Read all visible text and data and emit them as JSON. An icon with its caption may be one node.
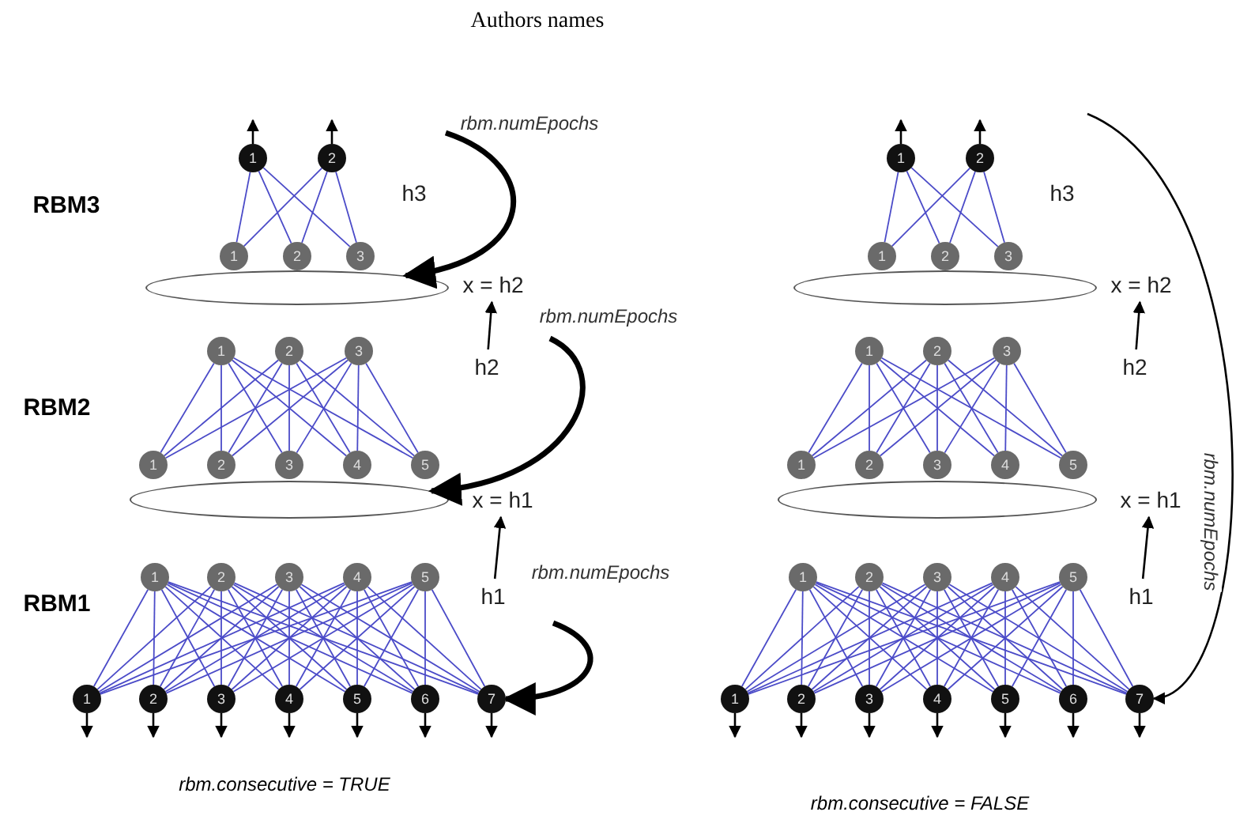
{
  "diagram": {
    "title": "Authors names",
    "nodes": [
      {
        "text": [
          "1"
        ]
      },
      {
        "text": [
          "2"
        ]
      },
      {
        "text": [],
        "shape": "ellipse"
      },
      {
        "text": [
          "1"
        ]
      },
      {
        "text": [
          "2"
        ]
      },
      {
        "text": [
          "3"
        ]
      },
      {
        "text": [
          "x = h2"
        ]
      },
      {
        "text": [
          "h2"
        ]
      },
      {
        "text": [
          "1"
        ]
      },
      {
        "text": [
          "2"
        ]
      },
      {
        "text": [
          "3"
        ]
      },
      {
        "text": [],
        "shape": "ellipse"
      },
      {
        "text": [
          "1"
        ]
      },
      {
        "text": [
          "2"
        ]
      },
      {
        "text": [
          "3"
        ]
      },
      {
        "text": [
          "4"
        ]
      },
      {
        "text": [
          "5"
        ]
      },
      {
        "text": [
          "x = h1"
        ]
      },
      {
        "text": [
          "h1"
        ]
      },
      {
        "text": [
          "1"
        ]
      },
      {
        "text": [
          "2"
        ]
      },
      {
        "text": [
          "3"
        ]
      },
      {
        "text": [
          "4"
        ]
      },
      {
        "text": [
          "5"
        ]
      },
      {
        "text": [
          "1"
        ]
      },
      {
        "text": [
          "2"
        ]
      },
      {
        "text": [
          "3"
        ]
      },
      {
        "text": [
          "4"
        ]
      },
      {
        "text": [
          "5"
        ]
      },
      {
        "text": [
          "6"
        ]
      },
      {
        "text": [
          "7"
        ]
      },
      {
        "text": [
          "1"
        ]
      },
      {
        "text": [
          "2"
        ]
      },
      {
        "text": [],
        "shape": "ellipse"
      },
      {
        "text": [
          "1"
        ]
      },
      {
        "text": [
          "2"
        ]
      },
      {
        "text": [
          "3"
        ]
      },
      {
        "text": [
          "x = h2"
        ]
      },
      {
        "text": [
          "h2"
        ]
      },
      {
        "text": [
          "1"
        ]
      },
      {
        "text": [
          "2"
        ]
      },
      {
        "text": [
          "3"
        ]
      },
      {
        "text": [],
        "shape": "ellipse"
      },
      {
        "text": [
          "1"
        ]
      },
      {
        "text": [
          "2"
        ]
      },
      {
        "text": [
          "3"
        ]
      },
      {
        "text": [
          "4"
        ]
      },
      {
        "text": [
          "5"
        ]
      },
      {
        "text": [
          "x = h1"
        ]
      },
      {
        "text": [
          "h1"
        ]
      },
      {
        "text": [
          "1"
        ]
      },
      {
        "text": [
          "2"
        ]
      },
      {
        "text": [
          "3"
        ]
      },
      {
        "text": [
          "4"
        ]
      },
      {
        "text": [
          "5"
        ]
      },
      {
        "text": [
          "1"
        ]
      },
      {
        "text": [
          "2"
        ]
      },
      {
        "text": [
          "3"
        ]
      },
      {
        "text": [
          "4"
        ]
      },
      {
        "text": [
          "5"
        ]
      },
      {
        "text": [
          "6"
        ]
      },
      {
        "text": [
          "7"
        ]
      }
    ],
    "edges": [
      {
        "from": 0,
        "to": 3,
        "arrow": "none"
      },
      {
        "from": 0,
        "to": 4,
        "arrow": "none"
      },
      {
        "from": 0,
        "to": 5,
        "arrow": "none"
      },
      {
        "from": 1,
        "to": 3,
        "arrow": "none"
      },
      {
        "from": 1,
        "to": 4,
        "arrow": "none"
      },
      {
        "from": 1,
        "to": 5,
        "arrow": "none"
      },
      {
        "from": 8,
        "to": 12,
        "arrow": "none"
      },
      {
        "from": 8,
        "to": 13,
        "arrow": "none"
      },
      {
        "from": 8,
        "to": 14,
        "arrow": "none"
      },
      {
        "from": 8,
        "to": 15,
        "arrow": "none"
      },
      {
        "from": 8,
        "to": 16,
        "arrow": "none"
      },
      {
        "from": 9,
        "to": 12,
        "arrow": "none"
      },
      {
        "from": 9,
        "to": 13,
        "arrow": "none"
      },
      {
        "from": 9,
        "to": 14,
        "arrow": "none"
      },
      {
        "from": 9,
        "to": 15,
        "arrow": "none"
      },
      {
        "from": 9,
        "to": 16,
        "arrow": "none"
      },
      {
        "from": 10,
        "to": 12,
        "arrow": "none"
      },
      {
        "from": 10,
        "to": 13,
        "arrow": "none"
      },
      {
        "from": 10,
        "to": 14,
        "arrow": "none"
      },
      {
        "from": 10,
        "to": 15,
        "arrow": "none"
      },
      {
        "from": 10,
        "to": 16,
        "arrow": "none"
      },
      {
        "from": 19,
        "to": 24,
        "arrow": "none"
      },
      {
        "from": 19,
        "to": 25,
        "arrow": "none"
      },
      {
        "from": 19,
        "to": 26,
        "arrow": "none"
      },
      {
        "from": 19,
        "to": 27,
        "arrow": "none"
      },
      {
        "from": 19,
        "to": 28,
        "arrow": "none"
      },
      {
        "from": 19,
        "to": 29,
        "arrow": "none"
      },
      {
        "from": 19,
        "to": 30,
        "arrow": "none"
      },
      {
        "from": 20,
        "to": 24,
        "arrow": "none"
      },
      {
        "from": 20,
        "to": 25,
        "arrow": "none"
      },
      {
        "from": 20,
        "to": 26,
        "arrow": "none"
      },
      {
        "from": 20,
        "to": 27,
        "arrow": "none"
      },
      {
        "from": 20,
        "to": 28,
        "arrow": "none"
      },
      {
        "from": 20,
        "to": 29,
        "arrow": "none"
      },
      {
        "from": 20,
        "to": 30,
        "arrow": "none"
      },
      {
        "from": 21,
        "to": 24,
        "arrow": "none"
      },
      {
        "from": 21,
        "to": 25,
        "arrow": "none"
      },
      {
        "from": 21,
        "to": 26,
        "arrow": "none"
      },
      {
        "from": 21,
        "to": 27,
        "arrow": "none"
      },
      {
        "from": 21,
        "to": 28,
        "arrow": "none"
      },
      {
        "from": 21,
        "to": 29,
        "arrow": "none"
      },
      {
        "from": 21,
        "to": 30,
        "arrow": "none"
      },
      {
        "from": 22,
        "to": 24,
        "arrow": "none"
      },
      {
        "from": 22,
        "to": 25,
        "arrow": "none"
      },
      {
        "from": 22,
        "to": 26,
        "arrow": "none"
      },
      {
        "from": 22,
        "to": 27,
        "arrow": "none"
      },
      {
        "from": 22,
        "to": 28,
        "arrow": "none"
      },
      {
        "from": 22,
        "to": 29,
        "arrow": "none"
      },
      {
        "from": 22,
        "to": 30,
        "arrow": "none"
      },
      {
        "from": 23,
        "to": 24,
        "arrow": "none"
      },
      {
        "from": 23,
        "to": 25,
        "arrow": "none"
      },
      {
        "from": 23,
        "to": 26,
        "arrow": "none"
      },
      {
        "from": 23,
        "to": 27,
        "arrow": "none"
      },
      {
        "from": 23,
        "to": 28,
        "arrow": "none"
      },
      {
        "from": 23,
        "to": 29,
        "arrow": "none"
      },
      {
        "from": 23,
        "to": 30,
        "arrow": "none"
      },
      {
        "from": 0,
        "to": null,
        "arrow": "to",
        "color": "#000000"
      },
      {
        "from": 1,
        "to": null,
        "arrow": "to",
        "color": "#000000"
      },
      {
        "from": 24,
        "to": null,
        "arrow": "to",
        "color": "#000000"
      },
      {
        "from": 25,
        "to": null,
        "arrow": "to",
        "color": "#000000"
      },
      {
        "from": 26,
        "to": null,
        "arrow": "to",
        "color": "#000000"
      },
      {
        "from": 27,
        "to": null,
        "arrow": "to",
        "color": "#000000"
      },
      {
        "from": 28,
        "to": null,
        "arrow": "to",
        "color": "#000000"
      },
      {
        "from": 29,
        "to": null,
        "arrow": "to",
        "color": "#000000"
      },
      {
        "from": 30,
        "to": null,
        "arrow": "to",
        "color": "#000000"
      },
      {
        "from": 7,
        "to": 6,
        "arrow": "to",
        "color": "#000000"
      },
      {
        "from": 18,
        "to": 17,
        "arrow": "to",
        "color": "#000000"
      },
      {
        "from": null,
        "to": 2,
        "arrow": "to",
        "label": "rbm.numEpochs",
        "style": "thick",
        "color": "#000000"
      },
      {
        "from": null,
        "to": 11,
        "arrow": "to",
        "label": "rbm.numEpochs",
        "style": "thick",
        "color": "#000000"
      },
      {
        "from": null,
        "to": 30,
        "arrow": "to",
        "label": "rbm.numEpochs",
        "style": "thick",
        "color": "#000000"
      },
      {
        "from": 31,
        "to": 34,
        "arrow": "none"
      },
      {
        "from": 31,
        "to": 35,
        "arrow": "none"
      },
      {
        "from": 31,
        "to": 36,
        "arrow": "none"
      },
      {
        "from": 32,
        "to": 34,
        "arrow": "none"
      },
      {
        "from": 32,
        "to": 35,
        "arrow": "none"
      },
      {
        "from": 32,
        "to": 36,
        "arrow": "none"
      },
      {
        "from": 39,
        "to": 43,
        "arrow": "none"
      },
      {
        "from": 39,
        "to": 44,
        "arrow": "none"
      },
      {
        "from": 39,
        "to": 45,
        "arrow": "none"
      },
      {
        "from": 39,
        "to": 46,
        "arrow": "none"
      },
      {
        "from": 39,
        "to": 47,
        "arrow": "none"
      },
      {
        "from": 40,
        "to": 43,
        "arrow": "none"
      },
      {
        "from": 40,
        "to": 44,
        "arrow": "none"
      },
      {
        "from": 40,
        "to": 45,
        "arrow": "none"
      },
      {
        "from": 40,
        "to": 46,
        "arrow": "none"
      },
      {
        "from": 40,
        "to": 47,
        "arrow": "none"
      },
      {
        "from": 41,
        "to": 43,
        "arrow": "none"
      },
      {
        "from": 41,
        "to": 44,
        "arrow": "none"
      },
      {
        "from": 41,
        "to": 45,
        "arrow": "none"
      },
      {
        "from": 41,
        "to": 46,
        "arrow": "none"
      },
      {
        "from": 41,
        "to": 47,
        "arrow": "none"
      },
      {
        "from": 50,
        "to": 55,
        "arrow": "none"
      },
      {
        "from": 50,
        "to": 56,
        "arrow": "none"
      },
      {
        "from": 50,
        "to": 57,
        "arrow": "none"
      },
      {
        "from": 50,
        "to": 58,
        "arrow": "none"
      },
      {
        "from": 50,
        "to": 59,
        "arrow": "none"
      },
      {
        "from": 50,
        "to": 60,
        "arrow": "none"
      },
      {
        "from": 50,
        "to": 61,
        "arrow": "none"
      },
      {
        "from": 51,
        "to": 55,
        "arrow": "none"
      },
      {
        "from": 51,
        "to": 56,
        "arrow": "none"
      },
      {
        "from": 51,
        "to": 57,
        "arrow": "none"
      },
      {
        "from": 51,
        "to": 58,
        "arrow": "none"
      },
      {
        "from": 51,
        "to": 59,
        "arrow": "none"
      },
      {
        "from": 51,
        "to": 60,
        "arrow": "none"
      },
      {
        "from": 51,
        "to": 61,
        "arrow": "none"
      },
      {
        "from": 52,
        "to": 55,
        "arrow": "none"
      },
      {
        "from": 52,
        "to": 56,
        "arrow": "none"
      },
      {
        "from": 52,
        "to": 57,
        "arrow": "none"
      },
      {
        "from": 52,
        "to": 58,
        "arrow": "none"
      },
      {
        "from": 52,
        "to": 59,
        "arrow": "none"
      },
      {
        "from": 52,
        "to": 60,
        "arrow": "none"
      },
      {
        "from": 52,
        "to": 61,
        "arrow": "none"
      },
      {
        "from": 53,
        "to": 55,
        "arrow": "none"
      },
      {
        "from": 53,
        "to": 56,
        "arrow": "none"
      },
      {
        "from": 53,
        "to": 57,
        "arrow": "none"
      },
      {
        "from": 53,
        "to": 58,
        "arrow": "none"
      },
      {
        "from": 53,
        "to": 59,
        "arrow": "none"
      },
      {
        "from": 53,
        "to": 60,
        "arrow": "none"
      },
      {
        "from": 53,
        "to": 61,
        "arrow": "none"
      },
      {
        "from": 54,
        "to": 55,
        "arrow": "none"
      },
      {
        "from": 54,
        "to": 56,
        "arrow": "none"
      },
      {
        "from": 54,
        "to": 57,
        "arrow": "none"
      },
      {
        "from": 54,
        "to": 58,
        "arrow": "none"
      },
      {
        "from": 54,
        "to": 59,
        "arrow": "none"
      },
      {
        "from": 54,
        "to": 60,
        "arrow": "none"
      },
      {
        "from": 54,
        "to": 61,
        "arrow": "none"
      },
      {
        "from": 31,
        "to": null,
        "arrow": "to",
        "color": "#000000"
      },
      {
        "from": 32,
        "to": null,
        "arrow": "to",
        "color": "#000000"
      },
      {
        "from": 55,
        "to": null,
        "arrow": "to",
        "color": "#000000"
      },
      {
        "from": 56,
        "to": null,
        "arrow": "to",
        "color": "#000000"
      },
      {
        "from": 57,
        "to": null,
        "arrow": "to",
        "color": "#000000"
      },
      {
        "from": 58,
        "to": null,
        "arrow": "to",
        "color": "#000000"
      },
      {
        "from": 59,
        "to": null,
        "arrow": "to",
        "color": "#000000"
      },
      {
        "from": 60,
        "to": null,
        "arrow": "to",
        "color": "#000000"
      },
      {
        "from": 61,
        "to": null,
        "arrow": "to",
        "color": "#000000"
      },
      {
        "from": 38,
        "to": 37,
        "arrow": "to",
        "color": "#000000"
      },
      {
        "from": 49,
        "to": 48,
        "arrow": "to",
        "color": "#000000"
      },
      {
        "from": null,
        "to": 61,
        "arrow": "to",
        "label": "rbm.numEpochs",
        "color": "#000000"
      }
    ],
    "labels": [
      "RBM3",
      "h3",
      "h3",
      "RBM2",
      "RBM1",
      "rbm.consecutive = TRUE",
      "rbm.consecutive = FALSE"
    ]
  }
}
